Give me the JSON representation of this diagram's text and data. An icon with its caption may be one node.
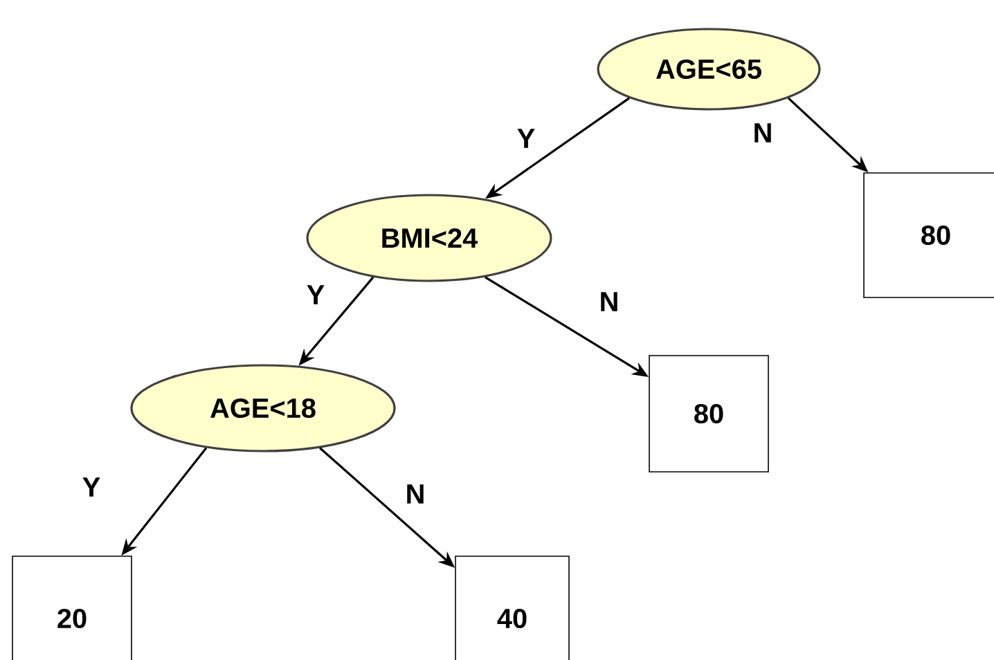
{
  "diagram": {
    "nodes": [
      {
        "text": [
          "AGE<65"
        ]
      },
      {
        "text": [
          "80"
        ]
      },
      {
        "text": [
          "BMI<24"
        ]
      },
      {
        "text": [
          "80"
        ]
      },
      {
        "text": [
          "AGE<18"
        ]
      },
      {
        "text": [
          "20"
        ]
      },
      {
        "text": [
          "40"
        ]
      }
    ],
    "edges": [
      {
        "from": 0,
        "to": 2,
        "arrow": "to",
        "label": "Y"
      },
      {
        "from": 0,
        "to": 1,
        "arrow": "to",
        "label": "N"
      },
      {
        "from": 2,
        "to": 4,
        "arrow": "to",
        "label": "Y"
      },
      {
        "from": 2,
        "to": 3,
        "arrow": "to",
        "label": "N"
      },
      {
        "from": 4,
        "to": 5,
        "arrow": "to",
        "label": "Y"
      },
      {
        "from": 4,
        "to": 6,
        "arrow": "to",
        "label": "N"
      }
    ]
  }
}
